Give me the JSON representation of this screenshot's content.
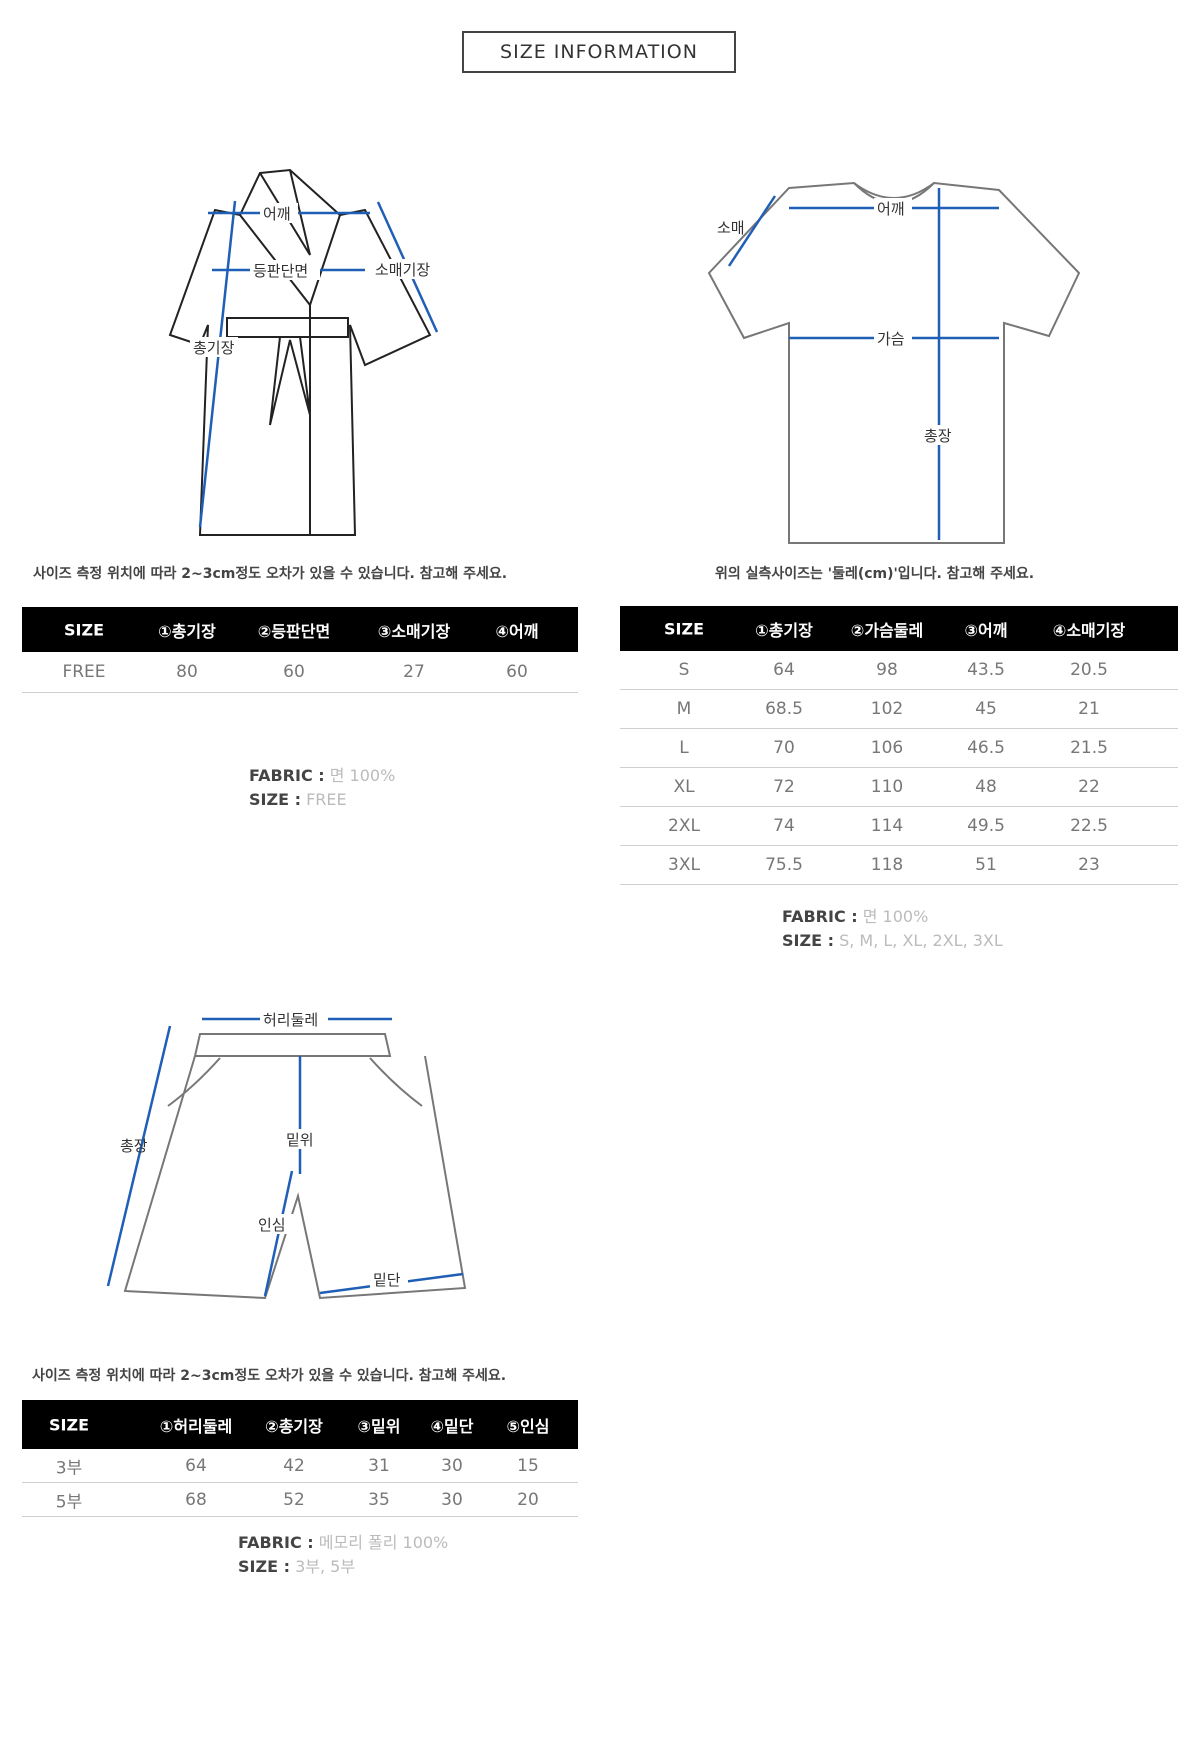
{
  "title": "SIZE INFORMATION",
  "robe": {
    "labels": {
      "shoulder": "어깨",
      "back_width": "등판단면",
      "sleeve": "소매기장",
      "length": "총기장"
    },
    "note": "사이즈 측정 위치에 따라 2~3cm정도 오차가 있을 수 있습니다. 참고해 주세요.",
    "headers": [
      "SIZE",
      "①총기장",
      "②등판단면",
      "③소매기장",
      "④어깨"
    ],
    "rows": [
      [
        "FREE",
        "80",
        "60",
        "27",
        "60"
      ]
    ],
    "fabric_label": "FABRIC :",
    "fabric": "면 100%",
    "size_label": "SIZE :",
    "sizes": "FREE"
  },
  "tee": {
    "labels": {
      "sleeve": "소매",
      "shoulder": "어깨",
      "chest": "가슴",
      "length": "총장"
    },
    "note": "위의 실측사이즈는 '둘레(cm)'입니다. 참고해 주세요.",
    "headers": [
      "SIZE",
      "①총기장",
      "②가슴둘레",
      "③어깨",
      "④소매기장"
    ],
    "rows": [
      [
        "S",
        "64",
        "98",
        "43.5",
        "20.5"
      ],
      [
        "M",
        "68.5",
        "102",
        "45",
        "21"
      ],
      [
        "L",
        "70",
        "106",
        "46.5",
        "21.5"
      ],
      [
        "XL",
        "72",
        "110",
        "48",
        "22"
      ],
      [
        "2XL",
        "74",
        "114",
        "49.5",
        "22.5"
      ],
      [
        "3XL",
        "75.5",
        "118",
        "51",
        "23"
      ]
    ],
    "fabric_label": "FABRIC :",
    "fabric": "면 100%",
    "size_label": "SIZE :",
    "sizes": "S, M, L, XL, 2XL, 3XL"
  },
  "shorts": {
    "labels": {
      "waist": "허리둘레",
      "length": "총장",
      "rise": "밑위",
      "inseam": "인심",
      "hem": "밑단"
    },
    "note": "사이즈 측정 위치에 따라 2~3cm정도 오차가 있을 수 있습니다. 참고해 주세요.",
    "headers": [
      "SIZE",
      "①허리둘레",
      "②총기장",
      "③밑위",
      "④밑단",
      "⑤인심"
    ],
    "rows": [
      [
        "3부",
        "64",
        "42",
        "31",
        "30",
        "15"
      ],
      [
        "5부",
        "68",
        "52",
        "35",
        "30",
        "20"
      ]
    ],
    "fabric_label": "FABRIC :",
    "fabric": "메모리 폴리 100%",
    "size_label": "SIZE :",
    "sizes": "3부, 5부"
  },
  "colors": {
    "measure": "#1f5fb5"
  }
}
